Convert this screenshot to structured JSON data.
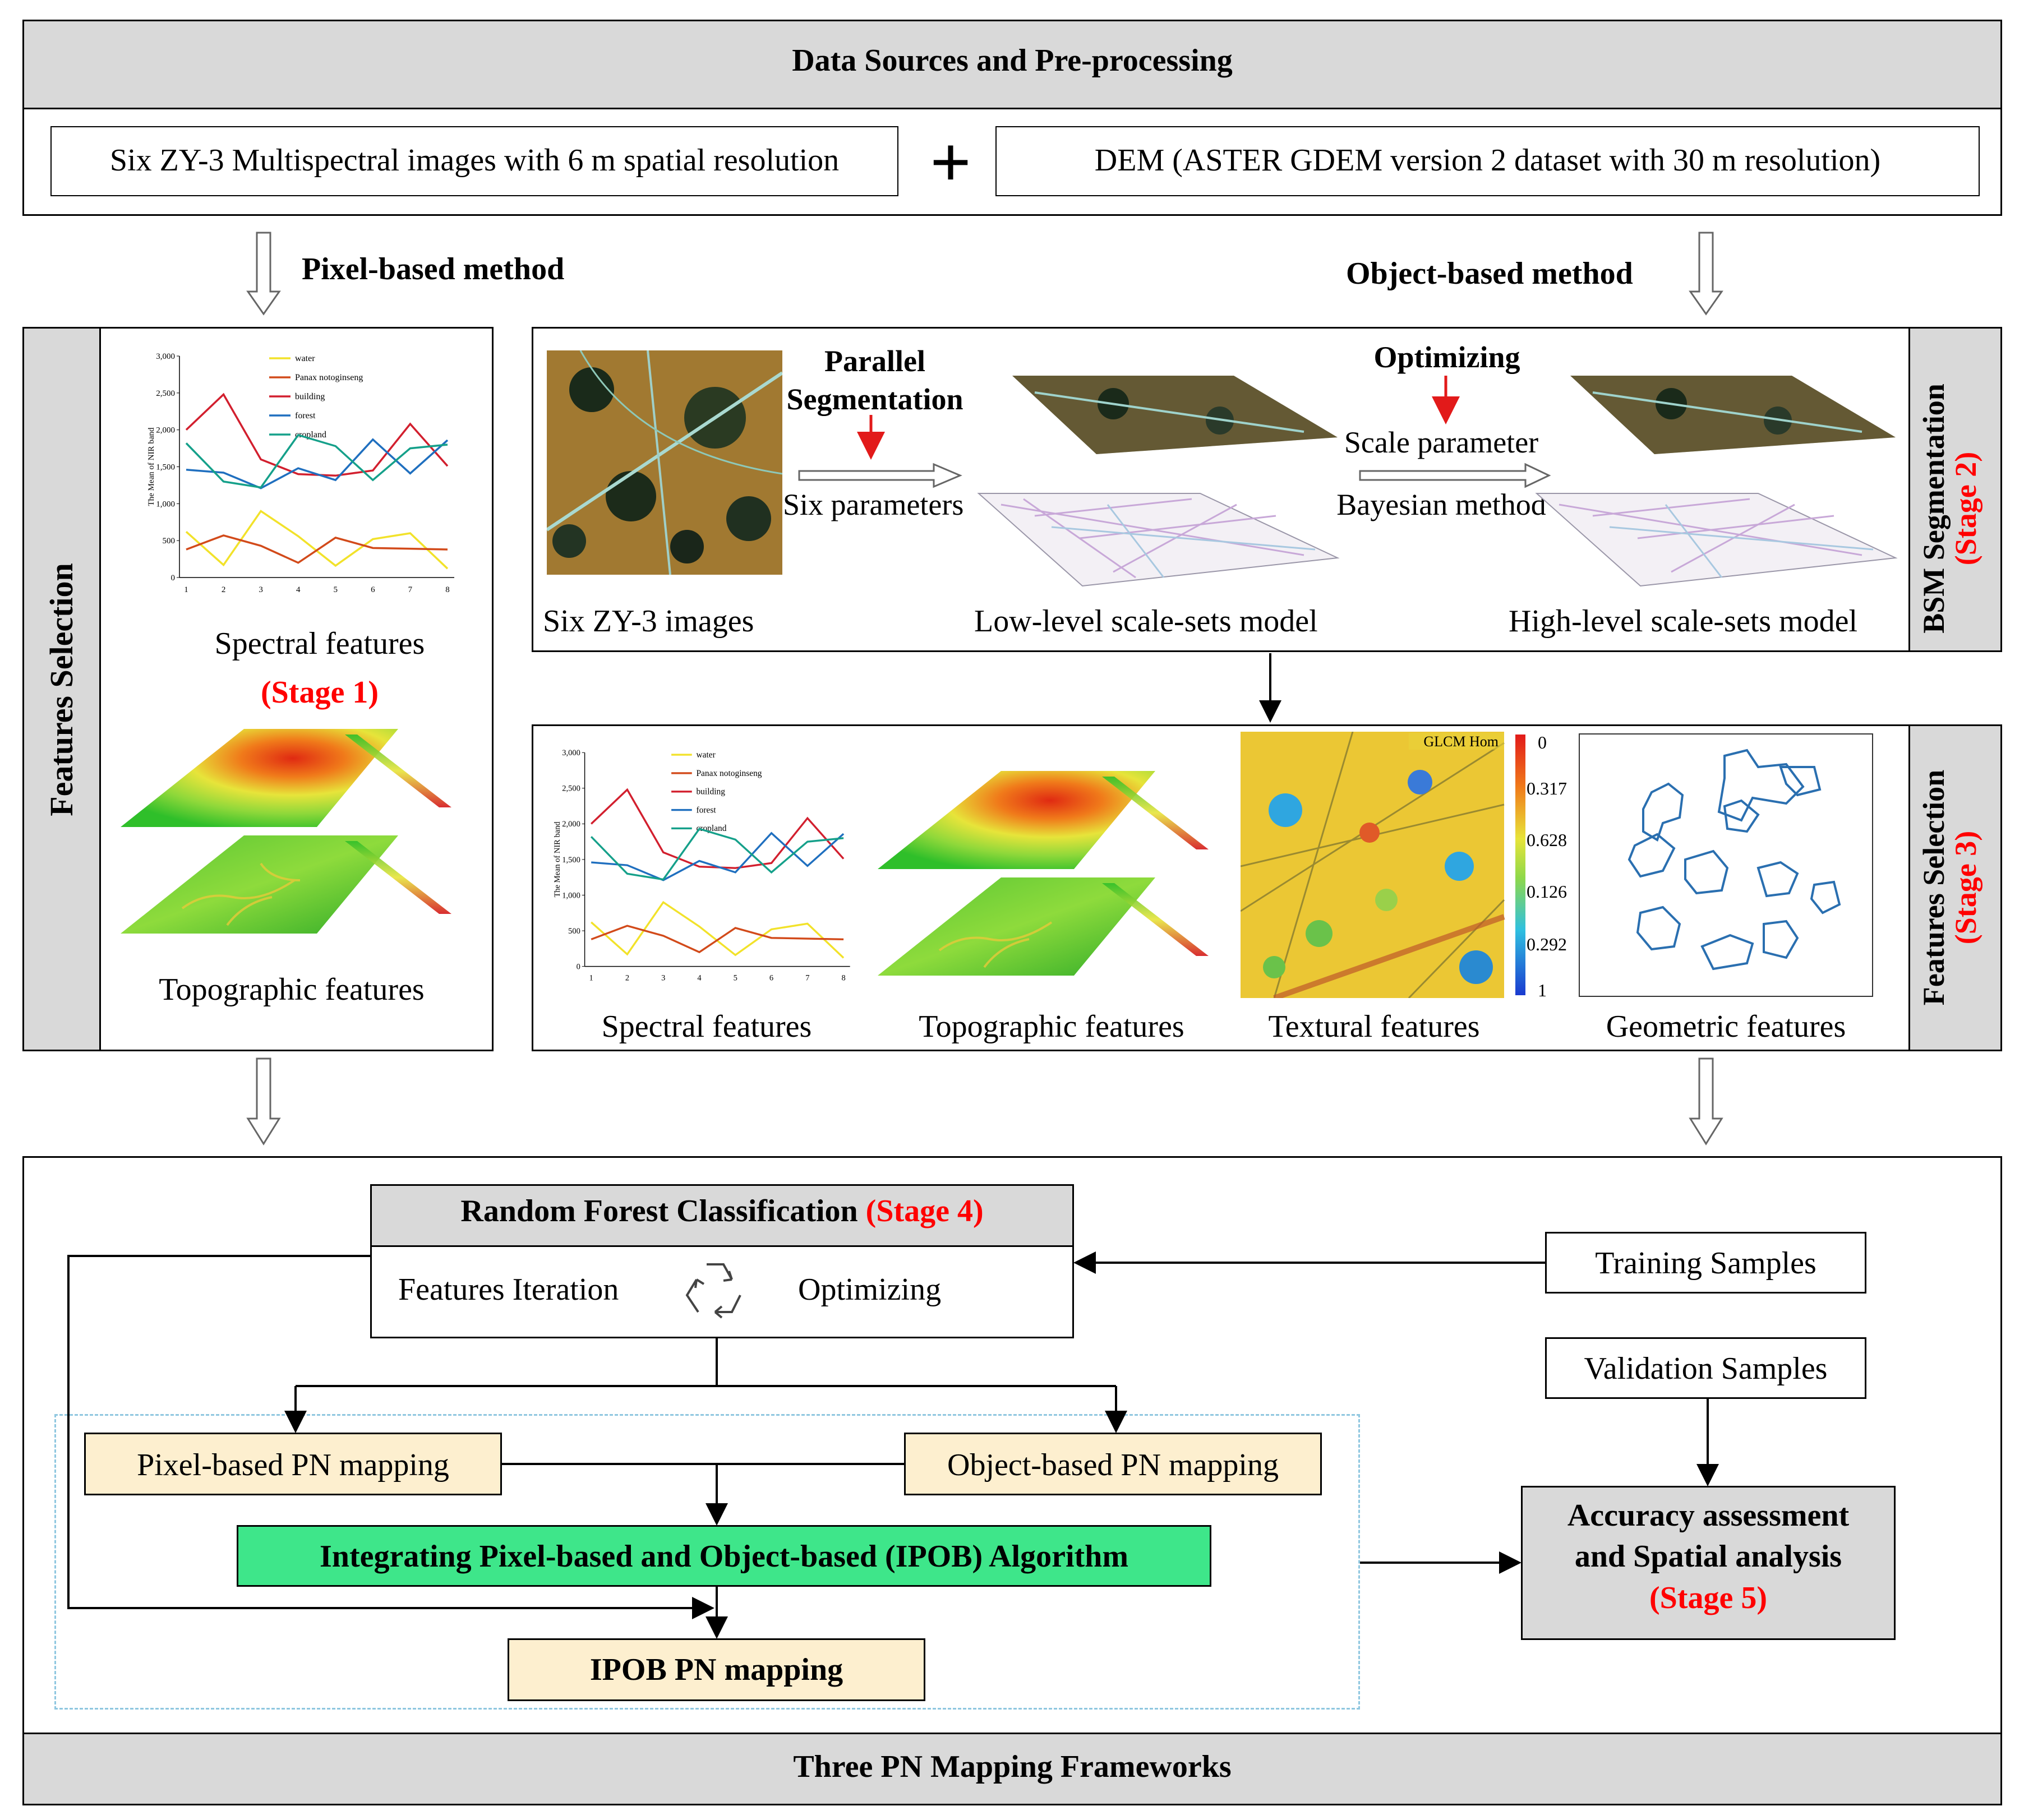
{
  "top": {
    "header": "Data Sources and Pre-processing",
    "left_box": "Six ZY-3 Multispectral images  with 6 m spatial resolution",
    "plus": "+",
    "right_box": "DEM (ASTER GDEM version 2 dataset with 30 m resolution)"
  },
  "methods": {
    "pixel": "Pixel-based method",
    "object": "Object-based method"
  },
  "left_panel": {
    "side_label": "Features Selection",
    "spectral": "Spectral features",
    "stage": "(Stage 1)",
    "topographic": "Topographic features"
  },
  "bsm": {
    "side_label": "BSM Segmentation",
    "side_stage": "(Stage 2)",
    "parallel_1": "Parallel",
    "parallel_2": "Segmentation",
    "six_params": "Six parameters",
    "optimizing": "Optimizing",
    "scale_param": "Scale parameter",
    "bayesian": "Bayesian method",
    "cap_images": "Six ZY-3 images",
    "cap_low": "Low-level scale-sets model",
    "cap_high": "High-level scale-sets model"
  },
  "feat3": {
    "side_label": "Features Selection",
    "side_stage": "(Stage 3)",
    "cap_spectral": "Spectral features",
    "cap_topo": "Topographic features",
    "cap_textural": "Textural features",
    "cap_geometric": "Geometric features",
    "glcm_label": "GLCM Hom",
    "colorbar_ticks": [
      "0",
      "0.317",
      "0.628",
      "0.126",
      "0.292",
      "1"
    ]
  },
  "rf": {
    "title": "Random Forest Classification",
    "stage": "(Stage 4)",
    "iter": "Features Iteration",
    "opt": "Optimizing"
  },
  "samples": {
    "training": "Training Samples",
    "validation": "Validation Samples"
  },
  "mapping": {
    "pixel": "Pixel-based PN mapping",
    "object": "Object-based PN mapping",
    "ipob_alg": "Integrating Pixel-based and Object-based (IPOB) Algorithm",
    "ipob_map": "IPOB PN mapping"
  },
  "accuracy": {
    "line1": "Accuracy assessment",
    "line2": "and Spatial analysis",
    "stage": "(Stage 5)"
  },
  "footer": "Three PN Mapping Frameworks",
  "colors": {
    "stage_red": "#ff0000",
    "gray_bar": "#d9d9d9",
    "mapping_fill": "#fdefcf",
    "ipob_green": "#3ee68a",
    "dashed_border": "#8fc7e0"
  },
  "chart_data": {
    "type": "line",
    "ylabel": "The Mean of NIR band",
    "x": [
      1,
      2,
      3,
      4,
      5,
      6,
      7,
      8
    ],
    "yticks": [
      "0",
      "500",
      "1,000",
      "1,500",
      "2,000",
      "2,500",
      "3,000"
    ],
    "ylim": [
      0,
      3000
    ],
    "series": [
      {
        "name": "water",
        "color": "#f2e22a",
        "values": [
          620,
          170,
          900,
          560,
          160,
          520,
          600,
          120
        ]
      },
      {
        "name": "Panax notoginseng",
        "color": "#d24a1a",
        "values": [
          380,
          570,
          430,
          200,
          540,
          400,
          390,
          380
        ]
      },
      {
        "name": "building",
        "color": "#d21f2e",
        "values": [
          2000,
          2480,
          1600,
          1400,
          1380,
          1450,
          2080,
          1510
        ]
      },
      {
        "name": "forest",
        "color": "#1f6fbf",
        "values": [
          1460,
          1420,
          1210,
          1480,
          1320,
          1870,
          1410,
          1860
        ]
      },
      {
        "name": "cropland",
        "color": "#15a08a",
        "values": [
          1820,
          1300,
          1220,
          1930,
          1780,
          1320,
          1750,
          1800
        ]
      }
    ]
  }
}
